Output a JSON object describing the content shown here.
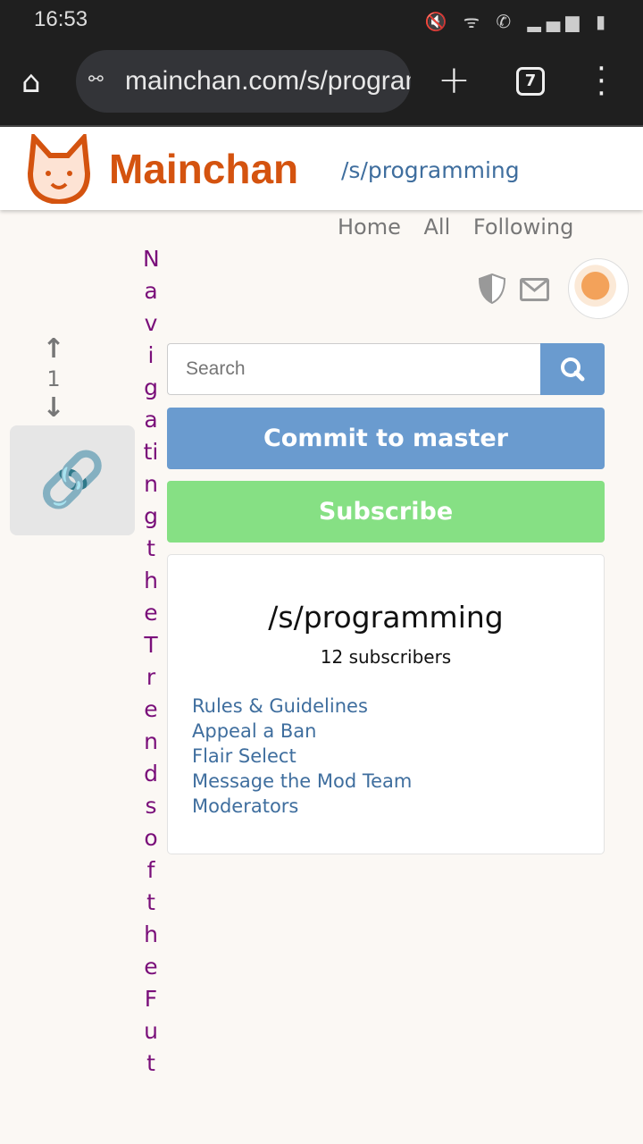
{
  "status_bar": {
    "time": "16:53"
  },
  "browser": {
    "url": "mainchan.com/s/programming",
    "tab_count": "7"
  },
  "header": {
    "brand": "Mainchan",
    "subchan": "/s/programming"
  },
  "nav": {
    "items": [
      "Home",
      "All",
      "Following"
    ]
  },
  "post": {
    "score": "1",
    "title": "Navigating the Trends of the Fut"
  },
  "search": {
    "placeholder": "Search"
  },
  "buttons": {
    "commit": "Commit to master",
    "subscribe": "Subscribe"
  },
  "sidebar": {
    "title": "/s/programming",
    "subscribers": "12 subscribers",
    "links": [
      "Rules & Guidelines",
      "Appeal a Ban",
      "Flair Select",
      "Message the Mod Team",
      "Moderators"
    ]
  },
  "colors": {
    "brand": "#d4530f",
    "link": "#3f6e9e",
    "commit": "#6a9bcf",
    "subscribe": "#86e084",
    "title": "#7a0f7a"
  }
}
